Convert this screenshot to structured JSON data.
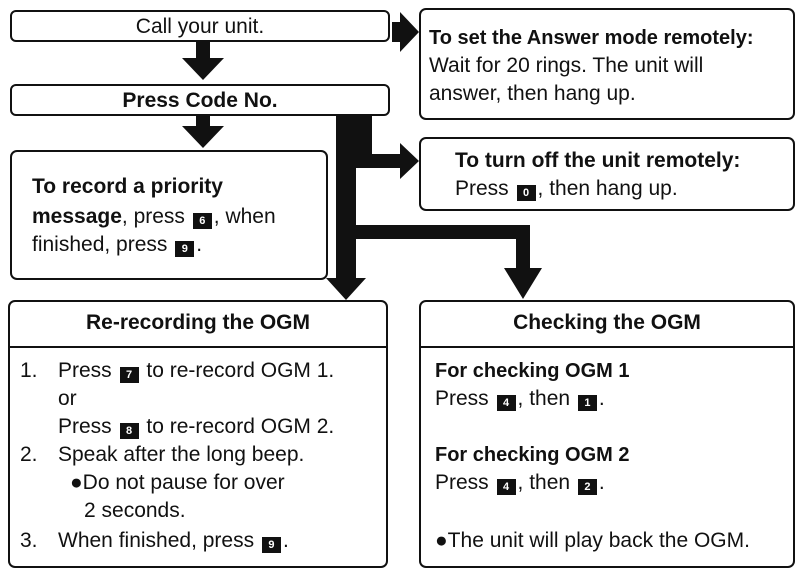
{
  "call_box": {
    "text": "Call your unit."
  },
  "code_box": {
    "text": "Press Code No."
  },
  "answer_box": {
    "title": "To set the Answer mode remotely:",
    "line1": "Wait for 20 rings. The unit will",
    "line2": "answer, then hang up."
  },
  "priority_box": {
    "line1": "To record a priority",
    "line2_bold": "message",
    "line2_rest": ", press",
    "line2_key": "6",
    "line2_end": ", when",
    "line3": "finished, press",
    "line3_key": "9"
  },
  "turnoff_box": {
    "title": "To turn off the unit remotely:",
    "pre": "Press",
    "key": "0",
    "post": ", then hang up."
  },
  "rerecord_box": {
    "title": "Re-recording the OGM",
    "n1": "1.",
    "s1a_pre": "Press",
    "s1a_key": "7",
    "s1a_post": "to re-record OGM 1.",
    "or": "or",
    "s1b_pre": "Press",
    "s1b_key": "8",
    "s1b_post": "to re-record OGM 2.",
    "n2": "2.",
    "s2": "Speak after the long beep.",
    "bullet_line1": "●Do not pause for over",
    "bullet_line2": "2 seconds.",
    "n3": "3.",
    "s3_pre": "When finished, press",
    "s3_key": "9"
  },
  "checking_box": {
    "title": "Checking the OGM",
    "h1": "For checking OGM 1",
    "p1_pre": "Press",
    "p1_key1": "4",
    "p1_mid": ", then",
    "p1_key2": "1",
    "h2": "For checking OGM 2",
    "p2_pre": "Press",
    "p2_key1": "4",
    "p2_mid": ", then",
    "p2_key2": "2",
    "note": "●The unit will play back the OGM."
  }
}
